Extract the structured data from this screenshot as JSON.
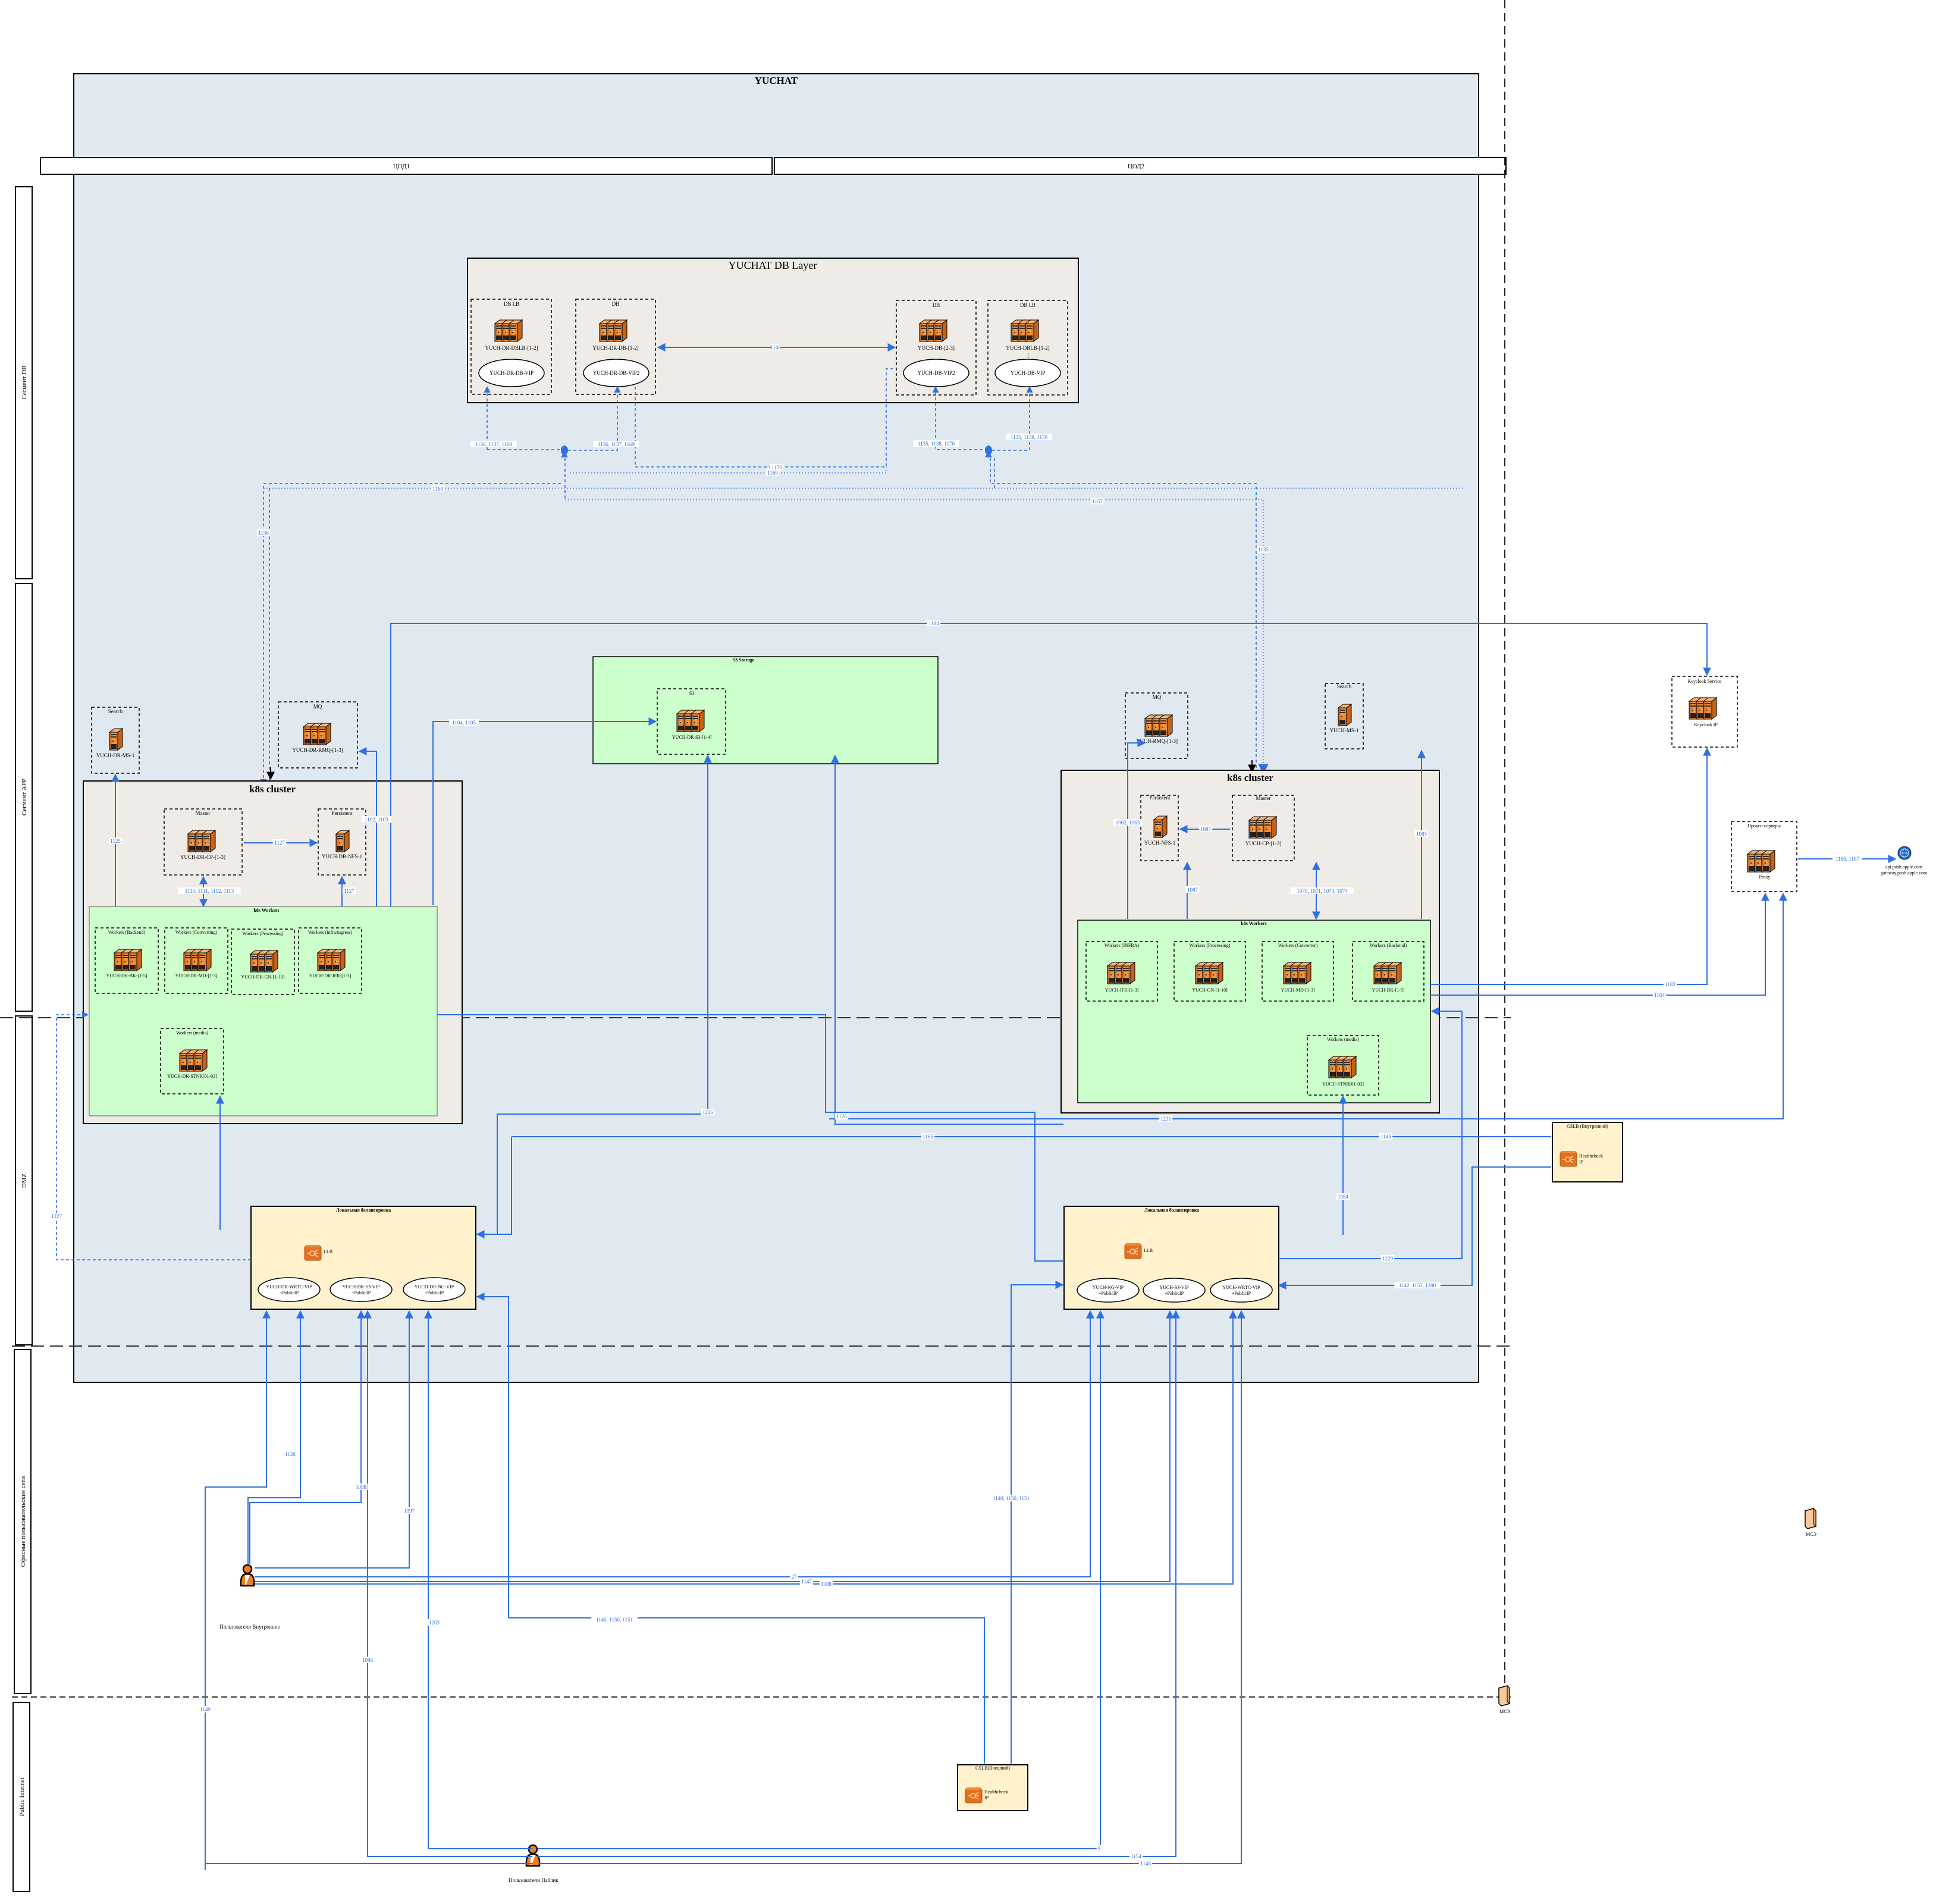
{
  "diagram": {
    "title": "YUCHAT",
    "columns": [
      "ЦОД1",
      "ЦОД2"
    ],
    "lanes": [
      "Сегмент DB",
      "Сегмент APP",
      "DMZ",
      "Офисные пользовательские сети",
      "Public Internet"
    ],
    "db_layer": {
      "title": "YUCHAT DB Layer",
      "groups": [
        {
          "title": "DB LB",
          "server": "YUCH-DR-DBLB-[1-2]",
          "vip": "YUCH-DR-DB-VIP"
        },
        {
          "title": "DB",
          "server": "YUCH-DR-DB-[1-2]",
          "vip": "YUCH-DR-DB-VIP2"
        },
        {
          "title": "DB",
          "server": "YUCH-DB-[2-3]",
          "vip": "YUCH-DB-VIP2"
        },
        {
          "title": "DB LB",
          "server": "YUCH-DBLB-[1-2]",
          "server_suffix": "]",
          "vip": "YUCH-DB-VIP"
        }
      ],
      "replication_label": "1146"
    },
    "s3": {
      "title": "S3 Storage",
      "group": "S3",
      "server": "YUCH-DR-S3-[1-4]"
    },
    "dc1": {
      "search": {
        "title": "Search",
        "server": "YUCH-DR-MS-1"
      },
      "mq": {
        "title": "MQ",
        "server": "YUCH-DR-RMQ-[1-3]"
      },
      "k8s": {
        "title": "k8s cluster",
        "master": {
          "title": "Master",
          "server": "YUCH-DR-CP-[1-3]"
        },
        "persistent": {
          "title": "Persistent",
          "server": "YUCH-DR-NFS-1"
        },
        "workers_title": "k8s Workers",
        "workers": [
          {
            "title": "Workers (Backend)",
            "server": "YUCH-DR-BK-[1-5]"
          },
          {
            "title": "Workers (Converting)",
            "server": "YUCH-DR-MD-[1-3]"
          },
          {
            "title": "Workers (Processing)",
            "server": "YUCH-DR-GN-[1-10]"
          },
          {
            "title": "Workers (infra/ingress)",
            "server": "YUCH-DR-IFR-[1-3]"
          }
        ],
        "media": {
          "title": "Workers (media)",
          "server": "YUCH-DR-STNR[01-03]"
        }
      },
      "llb": {
        "title": "Локальная балансировка",
        "icon_label": "LLB",
        "vips": [
          "YUCH-DR-WRTC-VIP\n+PublicIP",
          "YUCH-DR-S3-VIP\n+PublicIP",
          "YUCH-DR-NG-VIP\n+PublicIP"
        ],
        "vip_lines": [
          [
            "YUCH-DR-WRTC-VIP",
            "+PublicIP"
          ],
          [
            "YUCH-DR-S3-VIP",
            "+PublicIP"
          ],
          [
            "YUCH-DR-NG-VIP",
            "+PublicIP"
          ]
        ]
      }
    },
    "dc2": {
      "search": {
        "title": "Search",
        "server": "YUCH-MS-1"
      },
      "mq": {
        "title": "MQ",
        "server": "YUCH-RMQ-[1-3]"
      },
      "k8s": {
        "title": "k8s cluster",
        "master": {
          "title": "Master",
          "server": "YUCH-CP-[1-3]"
        },
        "persistent": {
          "title": "Persistent",
          "server": "YUCH-NFS-1"
        },
        "workers_title": "k8s Workers",
        "workers": [
          {
            "title": "Workers (INFRA)",
            "server": "YUCH-IFR-[1-3]"
          },
          {
            "title": "Workers (Processing)",
            "server": "YUCH-GN-[1-10]"
          },
          {
            "title": "Workers (Converter)",
            "server": "YUCH-MD-[1-3]"
          },
          {
            "title": "Workers (Backend)",
            "server": "YUCH-BK-[1-5]"
          }
        ],
        "media": {
          "title": "Workers (media)",
          "server": "YUCH-STNR[01-03]"
        }
      },
      "llb": {
        "title": "Локальная балансировка",
        "icon_label": "LLB",
        "vip_lines": [
          [
            "YUCH-NG-VIP",
            "+PublicIP"
          ],
          [
            "YUCH-S3-VIP",
            "+PublicIP"
          ],
          [
            "YUCH-WRTC-VIP",
            "+PublicIP"
          ]
        ]
      }
    },
    "external": {
      "keycloak": {
        "title": "Keycloak Service",
        "server": "Keycloak IP"
      },
      "proxy": {
        "title": "Прокси-серверы",
        "server": "Proxy"
      },
      "apple": {
        "line1": "api.push.apple.com",
        "line2": "gateway.push.apple.com"
      },
      "gslb_internal": {
        "title": "GSLB (Внутренний)",
        "line1": "Healthcheck",
        "line2": "IP"
      },
      "gslb_external": {
        "title": "GSLB(Внешний)",
        "line1": "Healthcheck",
        "line2": "IP"
      },
      "mce_1": "МСЭ",
      "mce_2": "МСЭ"
    },
    "users": {
      "internal": "Пользователи Внутренние",
      "public": "Пользователи Паблик"
    },
    "edge_labels": {
      "db_a1": "1136, 1137, 1169",
      "db_a2": "1136, 1137, 1169",
      "db_b1": "1135, 1138, 1170",
      "db_b2": "1135, 1138, 1170",
      "e1170": "1170",
      "e1169": "1169",
      "e1168": "1168",
      "e1136": "1136",
      "e1157": "1157",
      "e1135": "1135",
      "e1184": "1184",
      "e1125": "1125",
      "e1127a": "1127",
      "e1127b": "1127",
      "e1110": "1110, 1111, 1112, 1113",
      "e1102": "1102, 1103",
      "e1104": "1104, 1105",
      "e1062": "1062, 1063",
      "e1087a": "1087",
      "e1087b": "1087",
      "e1070": "1070, 1071, 1073, 1074",
      "e1085": "1085",
      "e1166": "1166, 1167",
      "e1183": "1183",
      "e1164": "1164",
      "e1126": "1126",
      "e1226": "1226",
      "e1231": "1231",
      "e1165": "1165",
      "e1145": "1145",
      "e1227": "1227",
      "e1084": "1084",
      "e1229": "1229",
      "e1142": "1142, 1153, 1200",
      "e1128": "1128",
      "e1098": "1098",
      "e1097": "1097",
      "e1203": "1203",
      "e1096": "1096",
      "e1149": "1149",
      "e1140a": "1140, 1150, 1151",
      "e1140b": "1140, 1150, 1151",
      "e27": "27",
      "e1147": "1147",
      "e1088": "1088",
      "e5": "5",
      "e1154": "1154",
      "e1148": "1148"
    },
    "colors": {
      "outer_bg": "#e1e9f0",
      "layer_bg": "#efece7",
      "green_bg": "#ccffcc",
      "lb_bg": "#fff2cc",
      "edge": "#2f6fe6",
      "server_orange": "#f2892d"
    }
  }
}
